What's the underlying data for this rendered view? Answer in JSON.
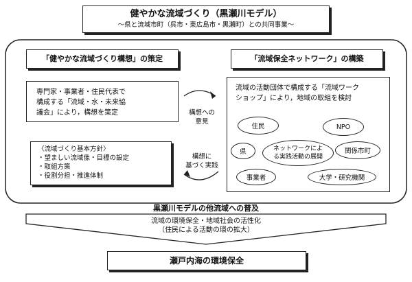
{
  "header": {
    "title": "健やかな流域づくり（黒瀬川モデル）",
    "subtitle": "～県と流域市町（呉市・東広島市・黒瀬町）との共同事業～"
  },
  "left_panel": {
    "heading": "「健やかな流域づくり構想」の策定",
    "body_lines": [
      "専門家・事業者・住民代表で",
      "構成する「流域・水・未来協",
      "議会」により，構想を策定"
    ],
    "policy_title": "〈流域づくり基本方針〉",
    "policy_items": [
      "・望ましい流域像・目標の設定",
      "・取組方策",
      "・役割分担・推進体制"
    ]
  },
  "right_panel": {
    "heading": "「流域保全ネットワーク」の構築",
    "body_lines": [
      "流域の活動団体で構成する「流域ワーク",
      "ショップ」により，地域の取組を検討"
    ],
    "center_lines": [
      "ネットワークによ",
      "る実践活動の展開"
    ],
    "nodes": [
      "住民",
      "NPO",
      "県",
      "関係市町",
      "事業者",
      "大学・研究機関"
    ]
  },
  "arrows": {
    "top_label": [
      "構想への",
      "意見"
    ],
    "bottom_label": [
      "構想に",
      "基づく実践"
    ]
  },
  "bottom": {
    "spread": "黒瀬川モデルの他流域への普及",
    "benefit_lines": [
      "流域の環境保全・地域社会の活性化",
      "（住民による活動の環の拡大）"
    ],
    "final": "瀬戸内海の環境保全"
  }
}
